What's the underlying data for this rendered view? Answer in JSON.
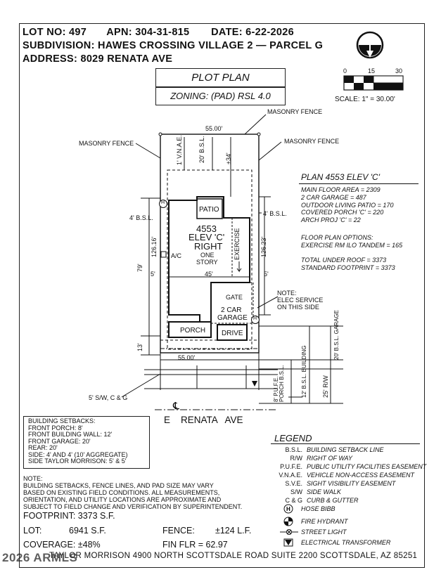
{
  "header": {
    "lot_no": "LOT NO: 497",
    "apn": "APN: 304-31-815",
    "date": "DATE: 6-22-2026",
    "subdivision": "SUBDIVISION: HAWES CROSSING VILLAGE 2 — PARCEL G",
    "address": "ADDRESS: 8029 RENATA AVE"
  },
  "title": {
    "plot_plan": "PLOT PLAN",
    "zoning": "ZONING: (PAD) RSL 4.0"
  },
  "scale": {
    "ticks": [
      "0",
      "15",
      "30"
    ],
    "label": "SCALE: 1\" = 30.00'"
  },
  "plan_info": {
    "heading": "PLAN 4553 ELEV 'C'",
    "lines": [
      "MAIN FLOOR AREA = 2309",
      "2 CAR GARAGE = 487",
      "OUTDOOR LIVING PATIO = 170",
      "COVERED PORCH 'C' = 220",
      "ARCH PROJ 'C' = 22"
    ],
    "options": [
      "FLOOR PLAN OPTIONS:",
      "EXERCISE RM ILO TANDEM = 165"
    ],
    "totals": [
      "TOTAL UNDER ROOF = 3373",
      "STANDARD FOOTPRINT = 3373"
    ]
  },
  "drawing": {
    "masonry_fence_top": "MASONRY FENCE",
    "masonry_fence_left": "MASONRY FENCE",
    "masonry_fence_right": "MASONRY FENCE",
    "width_top": "55.00'",
    "width_bottom": "55.00'",
    "vnae": "1' V.N.A.E.",
    "bsl_rear": "20' B.S.L.",
    "rear_dim": "±34'",
    "bsl_left": "4' B.S.L.",
    "bsl_right": "4' B.S.L.",
    "depth_left": "126.16'",
    "depth_right": "126.23'",
    "depth_79": "79'",
    "depth_13": "13'",
    "side_5_left": "5'",
    "side_5_right": "5'",
    "width_45": "45'",
    "patio": "PATIO",
    "house_plan": "4553",
    "house_elev": "ELEV 'C'",
    "house_hand": "RIGHT",
    "one_story_1": "ONE",
    "one_story_2": "STORY",
    "exercise": "EXERCISE",
    "ac": "A/C",
    "gate": "GATE",
    "garage_1": "2 CAR",
    "garage_2": "GARAGE",
    "porch": "PORCH",
    "drive": "DRIVE",
    "hose_bibb_mark": "H",
    "note_elec": "NOTE:",
    "note_elec_1": "ELEC SERVICE",
    "note_elec_2": "ON THIS SIDE",
    "bsl_garage": "20' B.S.L. GARAGE",
    "bsl_building": "12' B.S.L. BUILDING",
    "pufe_porch": "8' P.U.F.E. PORCH B.S.L.",
    "rw": "25' R/W",
    "sw": "5' S/W, C & G",
    "street": "E    RENATA   AVE"
  },
  "setbacks": {
    "heading": "BUILDING SETBACKS:",
    "lines": [
      "FRONT PORCH: 8'",
      "FRONT BUILDING WALL: 12'",
      "FRONT GARAGE: 20'",
      "REAR: 20'",
      "SIDE: 4' AND 4' (10' AGGREGATE)",
      "SIDE TAYLOR MORRISON: 5' & 5'"
    ]
  },
  "note": {
    "lines": [
      "NOTE:",
      "BUILDING SETBACKS, FENCE LINES, AND PAD SIZE MAY VARY",
      "BASED ON EXISTING FIELD CONDITIONS.  ALL MEASUREMENTS,",
      "ORIENTATION, AND UTILITY LOCATIONS ARE APPROXIMATE AND",
      "SUBJECT TO FIELD CHANGE AND VERIFICATION BY SUPERINTENDENT."
    ]
  },
  "stats": {
    "footprint": "FOOTPRINT: 3373 S.F.",
    "lot_label": "LOT:",
    "lot_value": "6941 S.F.",
    "fence_label": "FENCE:",
    "fence_value": "±124 L.F.",
    "coverage": "COVERAGE: ±48%",
    "fin_flr": "FIN FLR = 62.97"
  },
  "legend": {
    "heading": "LEGEND",
    "items": [
      {
        "k": "B.S.L.",
        "v": "BUILDING SETBACK LINE"
      },
      {
        "k": "R/W",
        "v": "RIGHT OF WAY"
      },
      {
        "k": "P.U.F.E.",
        "v": "PUBLIC UTILITY FACILITIES EASEMENT"
      },
      {
        "k": "V.N.A.E.",
        "v": "VEHICLE NON-ACCESS EASEMENT"
      },
      {
        "k": "S.V.E.",
        "v": "SIGHT VISIBILITY EASEMENT"
      },
      {
        "k": "S/W",
        "v": "SIDE WALK"
      },
      {
        "k": "C & G",
        "v": "CURB & GUTTER"
      }
    ],
    "symbols": [
      {
        "icon": "hose-bibb-icon",
        "v": "HOSE BIBB"
      },
      {
        "icon": "fire-hydrant-icon",
        "v": "FIRE HYDRANT"
      },
      {
        "icon": "street-light-icon",
        "v": "STREET LIGHT"
      },
      {
        "icon": "electrical-transformer-icon",
        "v": "ELECTRICAL TRANSFORMER"
      }
    ]
  },
  "footer": {
    "text": "TAYLOR MORRISON 4900 NORTH SCOTTSDALE ROAD SUITE 2200 SCOTTSDALE, AZ  85251",
    "watermark": "2026 ARMLS"
  }
}
